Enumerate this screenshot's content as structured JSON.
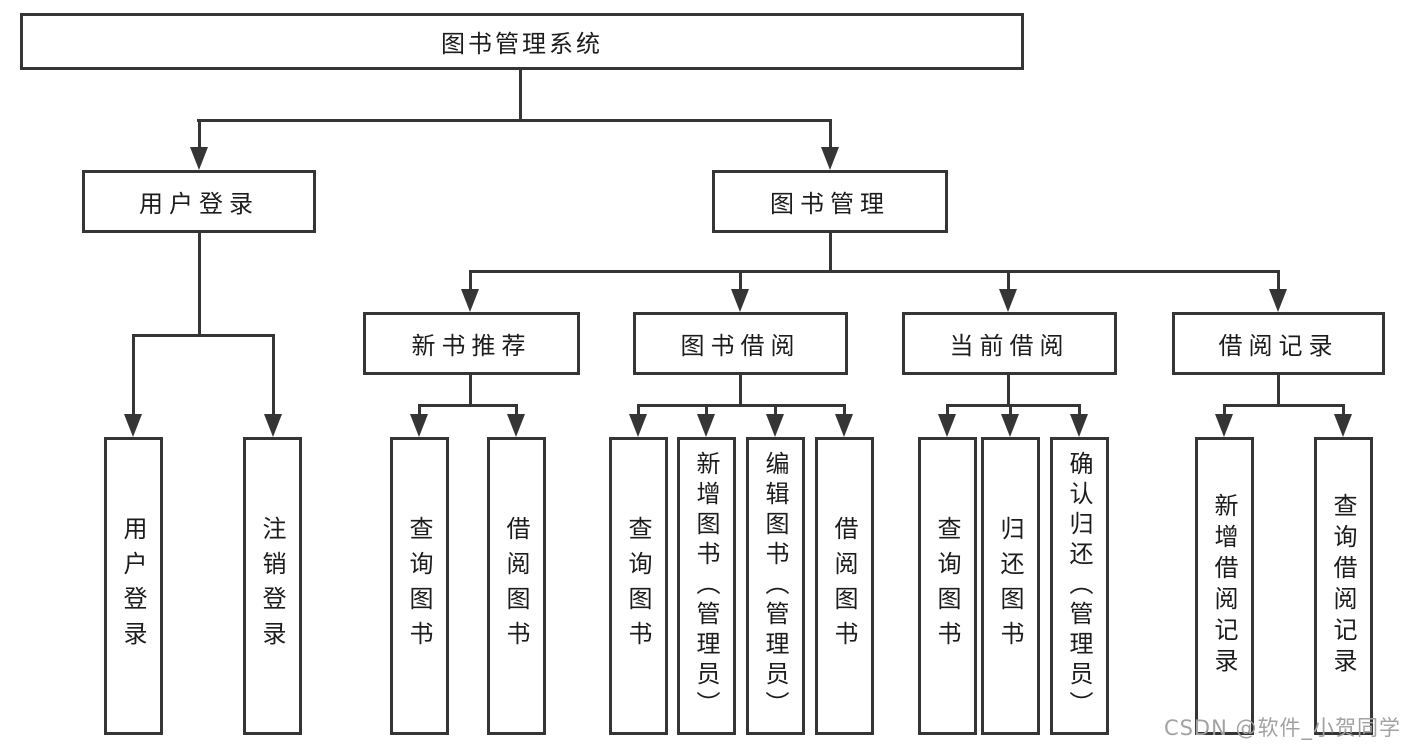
{
  "tree": {
    "root": {
      "label": "图书管理系统"
    },
    "level2": [
      {
        "label": "用户登录"
      },
      {
        "label": "图书管理"
      }
    ],
    "level3": [
      {
        "label": "新书推荐"
      },
      {
        "label": "图书借阅"
      },
      {
        "label": "当前借阅"
      },
      {
        "label": "借阅记录"
      }
    ],
    "leaves": {
      "user_login": [
        {
          "label": "用户登录"
        },
        {
          "label": "注销登录"
        }
      ],
      "new_book": [
        {
          "label": "查询图书"
        },
        {
          "label": "借阅图书"
        }
      ],
      "book_borrow": [
        {
          "label": "查询图书"
        },
        {
          "label": "新增图书（管理员）"
        },
        {
          "label": "编辑图书（管理员）"
        },
        {
          "label": "借阅图书"
        }
      ],
      "current_borrow": [
        {
          "label": "查询图书"
        },
        {
          "label": "归还图书"
        },
        {
          "label": "确认归还（管理员）"
        }
      ],
      "borrow_record": [
        {
          "label": "新增借阅记录"
        },
        {
          "label": "查询借阅记录"
        }
      ]
    }
  },
  "watermark": {
    "text": "CSDN @软件_小贺同学"
  },
  "colors": {
    "line": "#353535",
    "text": "#1c1c1c",
    "watermark": "#a2a2a2",
    "background": "#ffffff"
  }
}
